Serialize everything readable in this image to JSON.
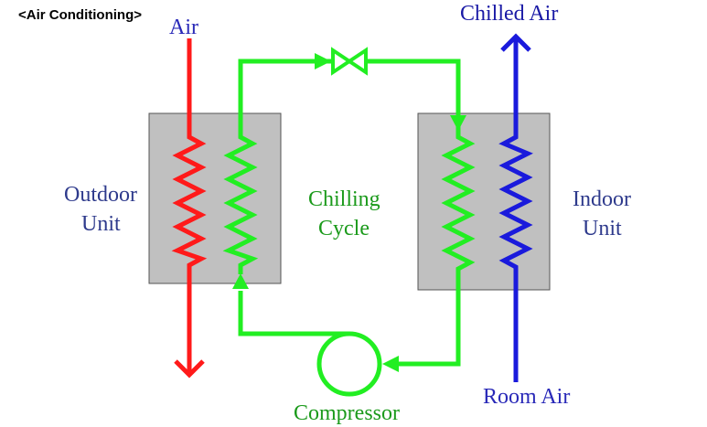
{
  "header": "<Air Conditioning>",
  "labels": {
    "air_in": "Air",
    "chilled_air": "Chilled Air",
    "outdoor_line1": "Outdoor",
    "outdoor_line2": "Unit",
    "indoor_line1": "Indoor",
    "indoor_line2": "Unit",
    "cycle_line1": "Chilling",
    "cycle_line2": "Cycle",
    "compressor": "Compressor",
    "room_air": "Room Air"
  },
  "colors": {
    "hot": "#ff1a1a",
    "cold": "#1a1adc",
    "refrigerant": "#22ee22",
    "unit_fill": "#c0c0c0",
    "unit_border": "#555555"
  },
  "icons": {
    "valve": "expansion-valve-icon",
    "compressor": "compressor-icon"
  }
}
